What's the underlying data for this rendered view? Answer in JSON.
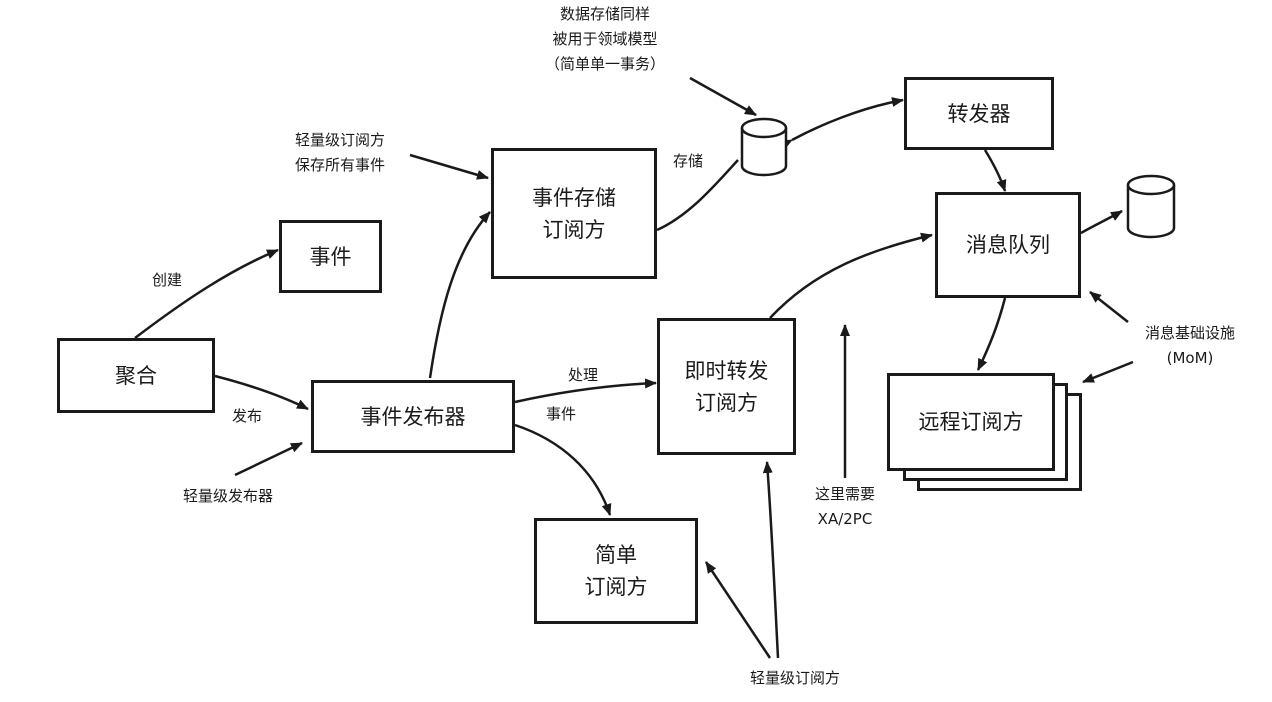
{
  "boxes": {
    "aggregate": "聚合",
    "event": "事件",
    "event_publisher": "事件发布器",
    "event_store_subscriber": "事件存储\n订阅方",
    "forwarder": "转发器",
    "message_queue": "消息队列",
    "instant_forward_subscriber": "即时转发\n订阅方",
    "remote_subscriber": "远程订阅方",
    "simple_subscriber": "简单\n订阅方"
  },
  "labels": {
    "create": "创建",
    "publish": "发布",
    "handle": "处理",
    "event": "事件",
    "store": "存储",
    "lightweight_publisher": "轻量级发布器",
    "lightweight_subscriber_saves_all": "轻量级订阅方\n保存所有事件",
    "datastore_note": "数据存储同样\n被用于领域模型\n（简单单一事务）",
    "mom": "消息基础设施\n(MoM)",
    "xa_2pc": "这里需要\nXA/2PC",
    "lightweight_subscriber": "轻量级订阅方"
  },
  "colors": {
    "stroke": "#1a1a1a",
    "background": "#ffffff"
  }
}
